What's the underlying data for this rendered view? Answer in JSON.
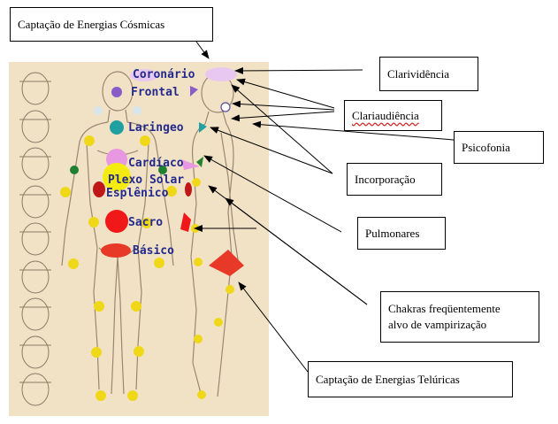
{
  "callouts": {
    "cosmic": "Captação de Energias Cósmicas",
    "clairvoyance": "Clarividência",
    "clairaudience": "Clariaudiência",
    "psychophony": "Psicofonia",
    "incorporation": "Incorporação",
    "lungs": "Pulmonares",
    "vampirization_line1": "Chakras freqüentemente",
    "vampirization_line2": "alvo de vampirização",
    "telluric": "Captação de Energias Telúricas"
  },
  "chakras": {
    "crown": "Coronário",
    "frontal": "Frontal",
    "throat": "Laringeo",
    "heart": "Cardíaco",
    "solar_plexus": "Plexo Solar",
    "splenic": "Esplênico",
    "sacral": "Sacro",
    "base": "Básico"
  },
  "colors": {
    "crown": "#e8c8f0",
    "frontal": "#8a5cc8",
    "throat": "#20a0a0",
    "heart": "#e898e0",
    "solar_plexus": "#f4ec10",
    "splenic": "#c01818",
    "sacral": "#f01818",
    "base": "#e83828",
    "minor": "#f0d818",
    "green": "#208030",
    "parchment": "#f1e2c6"
  }
}
